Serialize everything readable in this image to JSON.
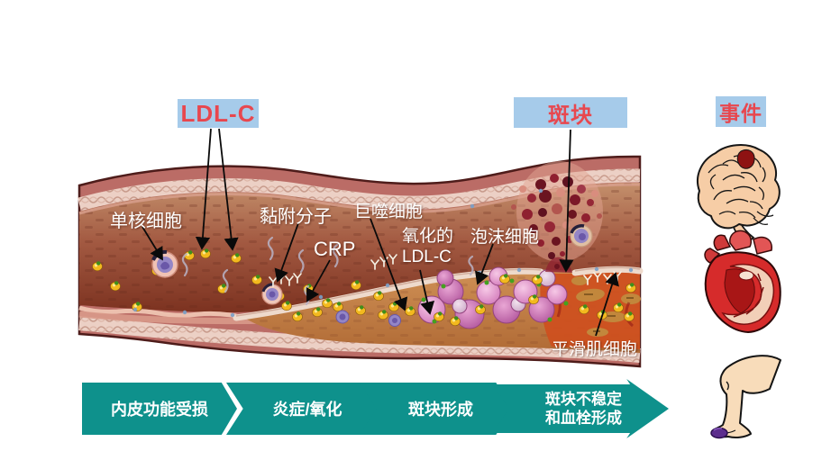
{
  "title_labels": {
    "ldl_c": "LDL-C",
    "plaque": "斑块",
    "events": "事件"
  },
  "annotations": {
    "monocyte": "单核细胞",
    "adhesion_molecules": "黏附分子",
    "crp": "CRP",
    "macrophage": "巨噬细胞",
    "oxidized_ldl": "氧化的\nLDL-C",
    "foam_cells": "泡沫细胞",
    "smooth_muscle_cells": "平滑肌细胞"
  },
  "process_steps": [
    {
      "label": "内皮功能受损"
    },
    {
      "label": "炎症/氧化"
    },
    {
      "label": "斑块形成"
    },
    {
      "label": "斑块不稳定\n和血栓形成"
    }
  ],
  "organ_icons": [
    "brain",
    "heart",
    "leg"
  ],
  "colors": {
    "label_box_bg": "#a6cbea",
    "label_text_red": "#e8474e",
    "annotation_text": "#ffffff",
    "step_teal": "#0e918c",
    "artery_wall": "#bb6c66",
    "lumen_brown": "#9c5540",
    "ldl_particle_yellow": "#f3b91e",
    "foam_cell_pink": "#d678b8",
    "thrombus_dark_red": "#6b1420"
  }
}
